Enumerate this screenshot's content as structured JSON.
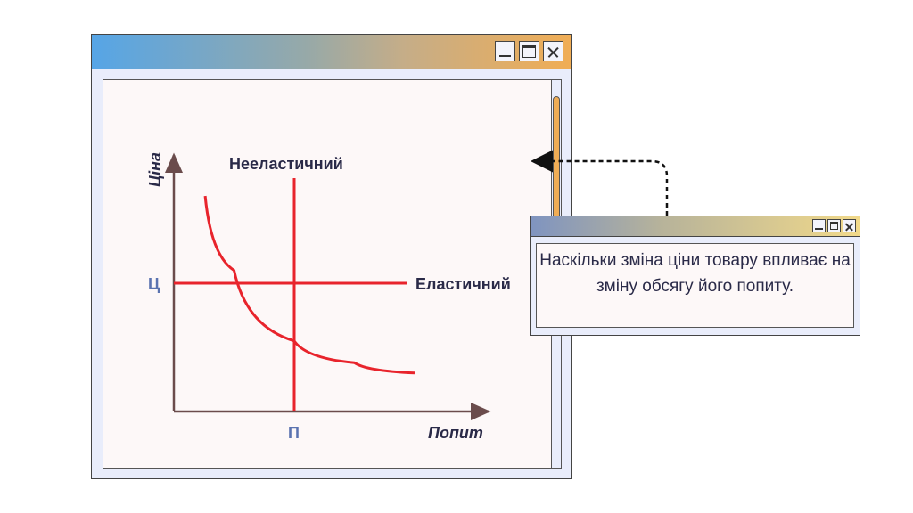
{
  "main_window": {
    "buttons": [
      "minimize",
      "maximize",
      "close"
    ]
  },
  "chart_data": {
    "type": "line",
    "title": "",
    "xlabel": "Попит",
    "ylabel": "Ціна",
    "x_tick": "П",
    "y_tick": "Ц",
    "series": [
      {
        "name": "Нееластичний",
        "kind": "vertical",
        "x": 1
      },
      {
        "name": "Еластичний",
        "kind": "horizontal",
        "y": 1
      },
      {
        "name": "demand-curve",
        "kind": "curve",
        "points": [
          [
            0.26,
            1.68
          ],
          [
            0.5,
            1.1
          ],
          [
            1,
            0.55
          ],
          [
            1.5,
            0.38
          ],
          [
            2,
            0.3
          ]
        ]
      }
    ],
    "xlim": [
      0,
      2.6
    ],
    "ylim": [
      0,
      2.1
    ],
    "colors": {
      "line": "#e8242c",
      "axis": "#6b4c4c",
      "label": "#2a2a48",
      "tick": "#5b73b0"
    }
  },
  "popup": {
    "text": "Наскільки зміна ціни товару впливає на зміну обсягу його попиту."
  }
}
